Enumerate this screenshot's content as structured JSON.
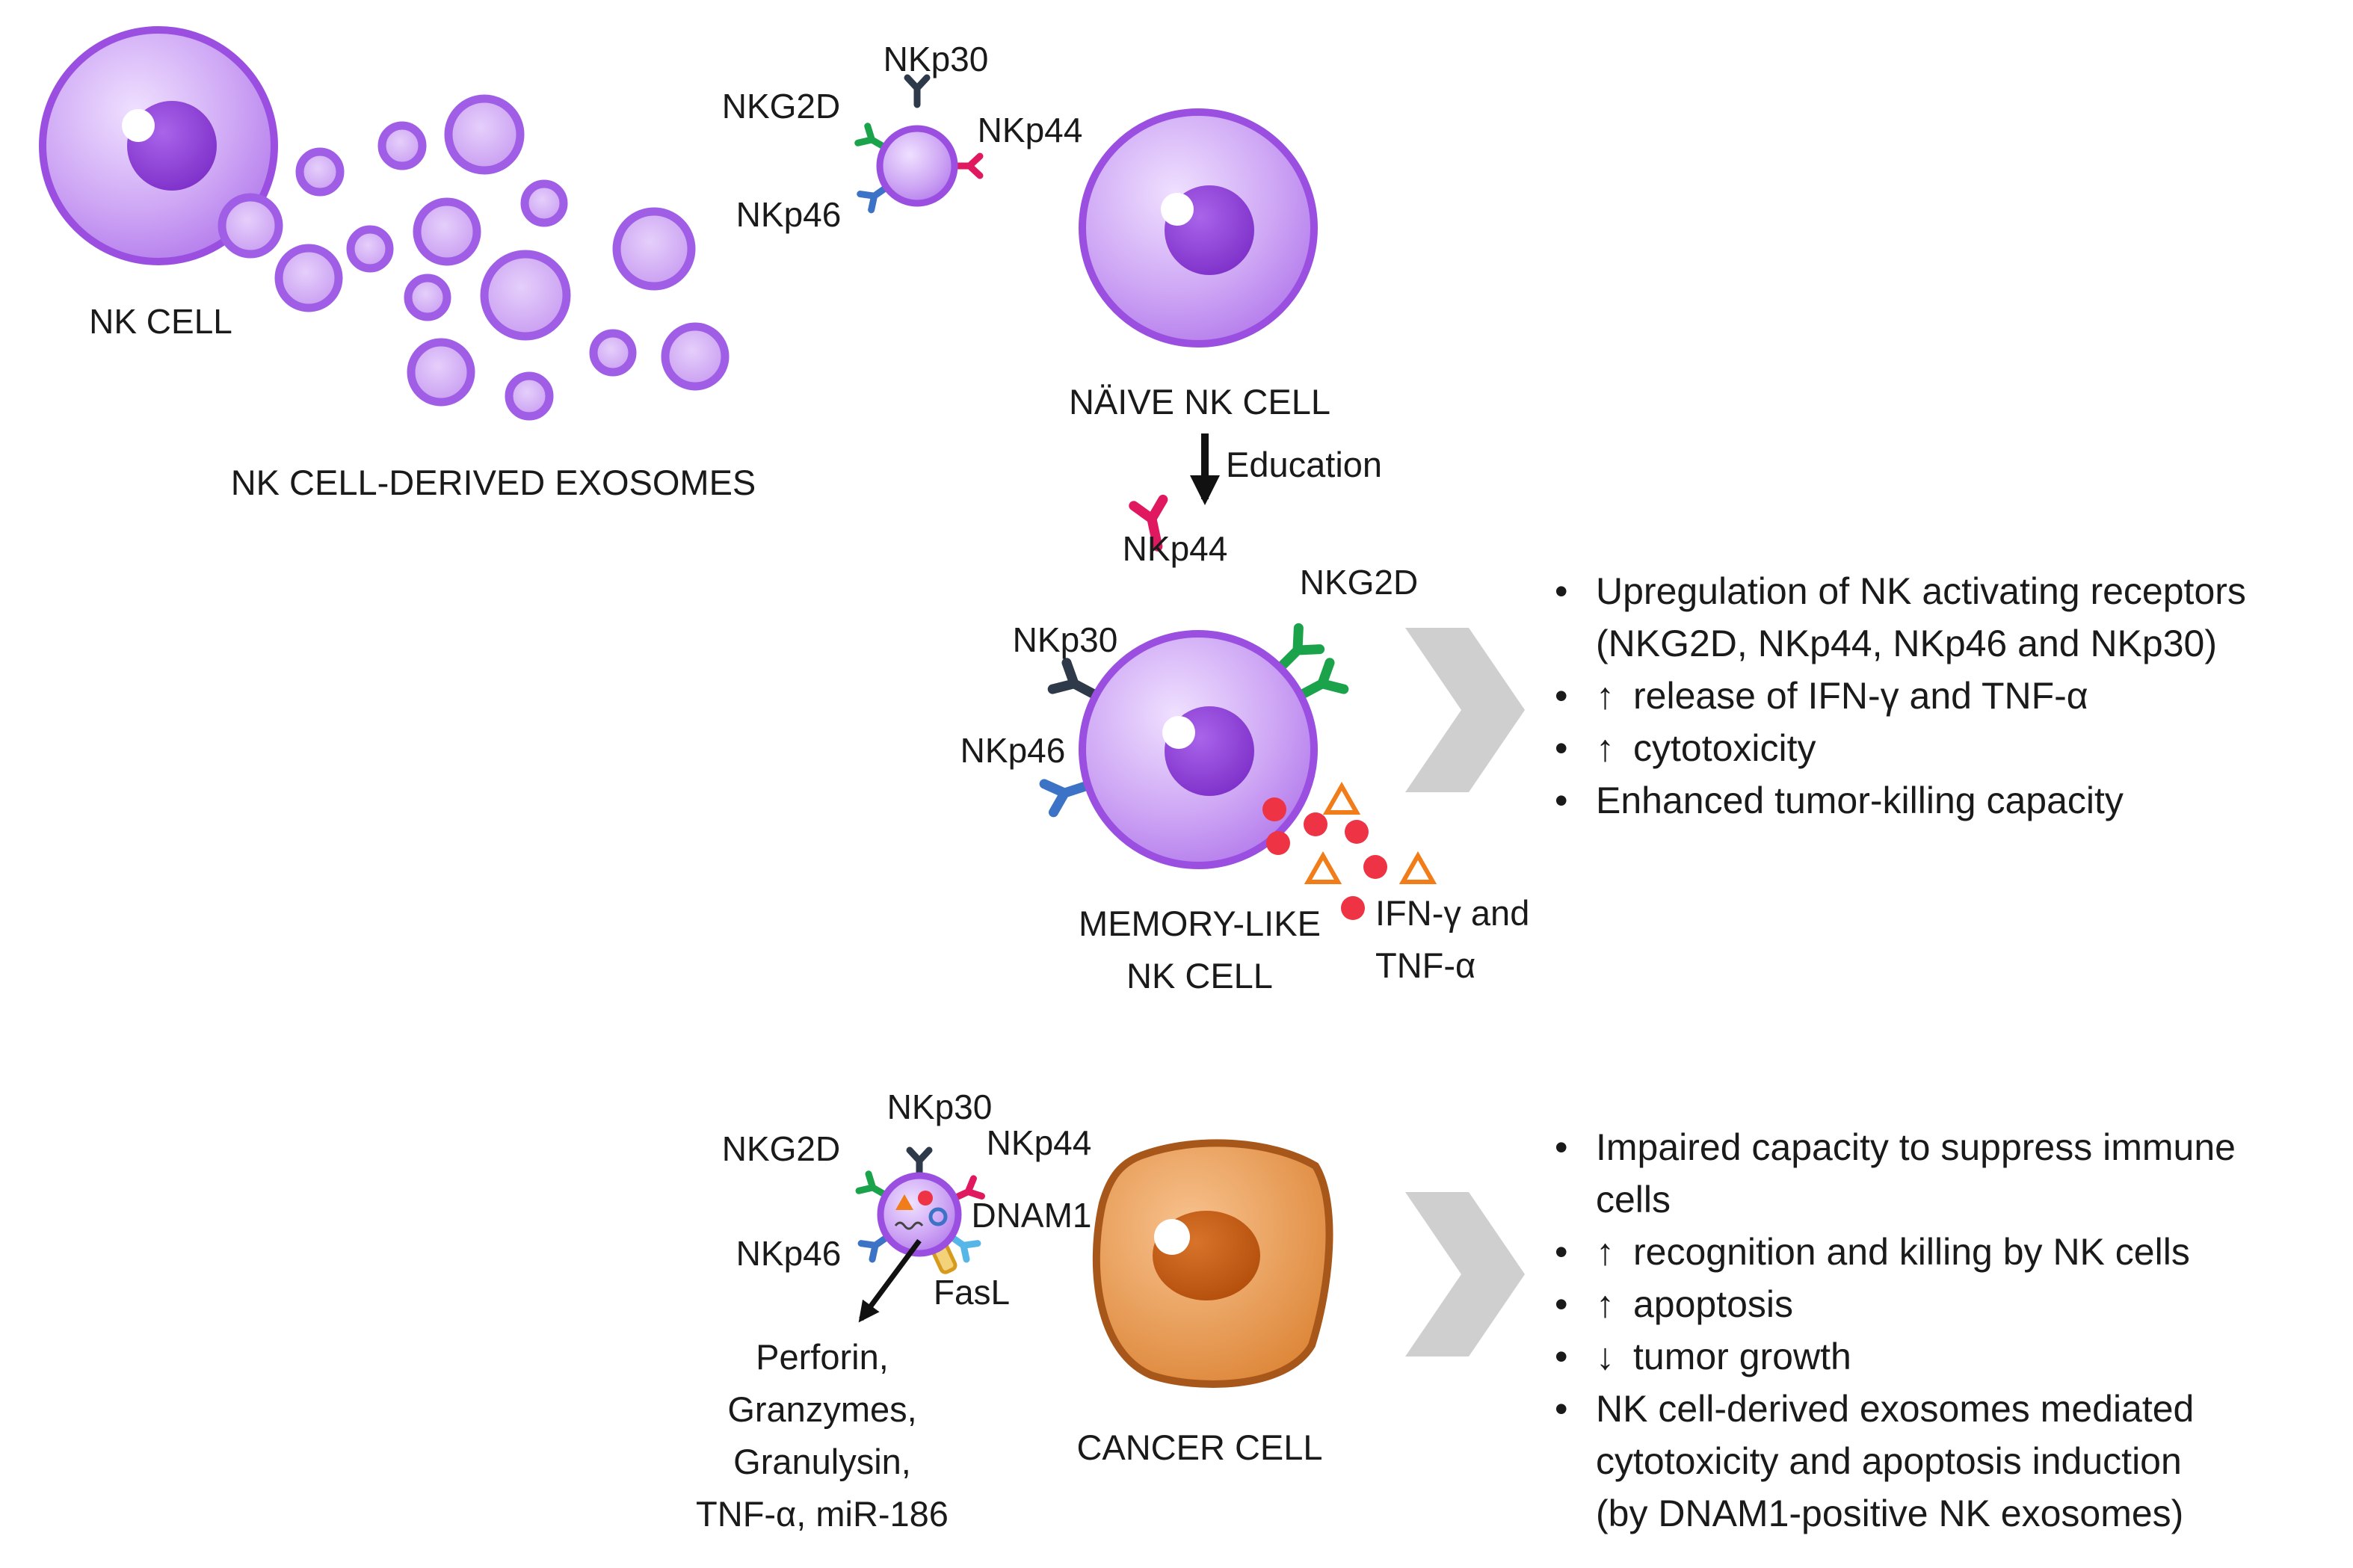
{
  "labels": {
    "nk_cell": "NK CELL",
    "exosomes": "NK CELL-DERIVED EXOSOMES",
    "naive": "NÄIVE NK CELL",
    "education": "Education",
    "memory_line1": "MEMORY-LIKE",
    "memory_line2": "NK CELL",
    "cyto_line1": "IFN-γ and",
    "cyto_line2": "TNF-α",
    "cancer": "CANCER CELL",
    "cargo_line1": "Perforin,",
    "cargo_line2": "Granzymes,",
    "cargo_line3": "Granulysin,",
    "cargo_line4": "TNF-α, miR-186"
  },
  "receptors": {
    "nkp30": "NKp30",
    "nkg2d": "NKG2D",
    "nkp44": "NKp44",
    "nkp46": "NKp46",
    "dnam1": "DNAM1",
    "fasl": "FasL"
  },
  "memory_effects": [
    "Upregulation of NK activating receptors",
    "(NKG2D, NKp44, NKp46 and NKp30)",
    "release of IFN-γ and TNF-α",
    "cytotoxicity",
    "Enhanced tumor-killing capacity"
  ],
  "cancer_effects": [
    "Impaired capacity to suppress immune",
    "cells",
    "recognition and killing by NK cells",
    "apoptosis",
    "tumor growth",
    "NK cell-derived exosomes mediated",
    "cytotoxicity and apoptosis induction",
    "(by DNAM1-positive NK exosomes)"
  ],
  "symbols": {
    "bullet": "•",
    "up": "↑",
    "down": "↓"
  },
  "colors": {
    "cell_fill": "#c9a2f2",
    "cell_border": "#9b4fe0",
    "nucleus": "#8a3fd6",
    "nkg2d": "#1aa34a",
    "nkp44": "#e0185f",
    "nkp30": "#2e3a4a",
    "nkp46": "#3d73c6",
    "dnam1": "#57b6e8",
    "fasl": "#d69a1c",
    "cancer_fill": "#e89a55",
    "cancer_nucleus": "#c55a12",
    "ifn_dot": "#ee3344",
    "tnf_triangle": "#f07d1a",
    "chevron": "#cfcfcf"
  }
}
